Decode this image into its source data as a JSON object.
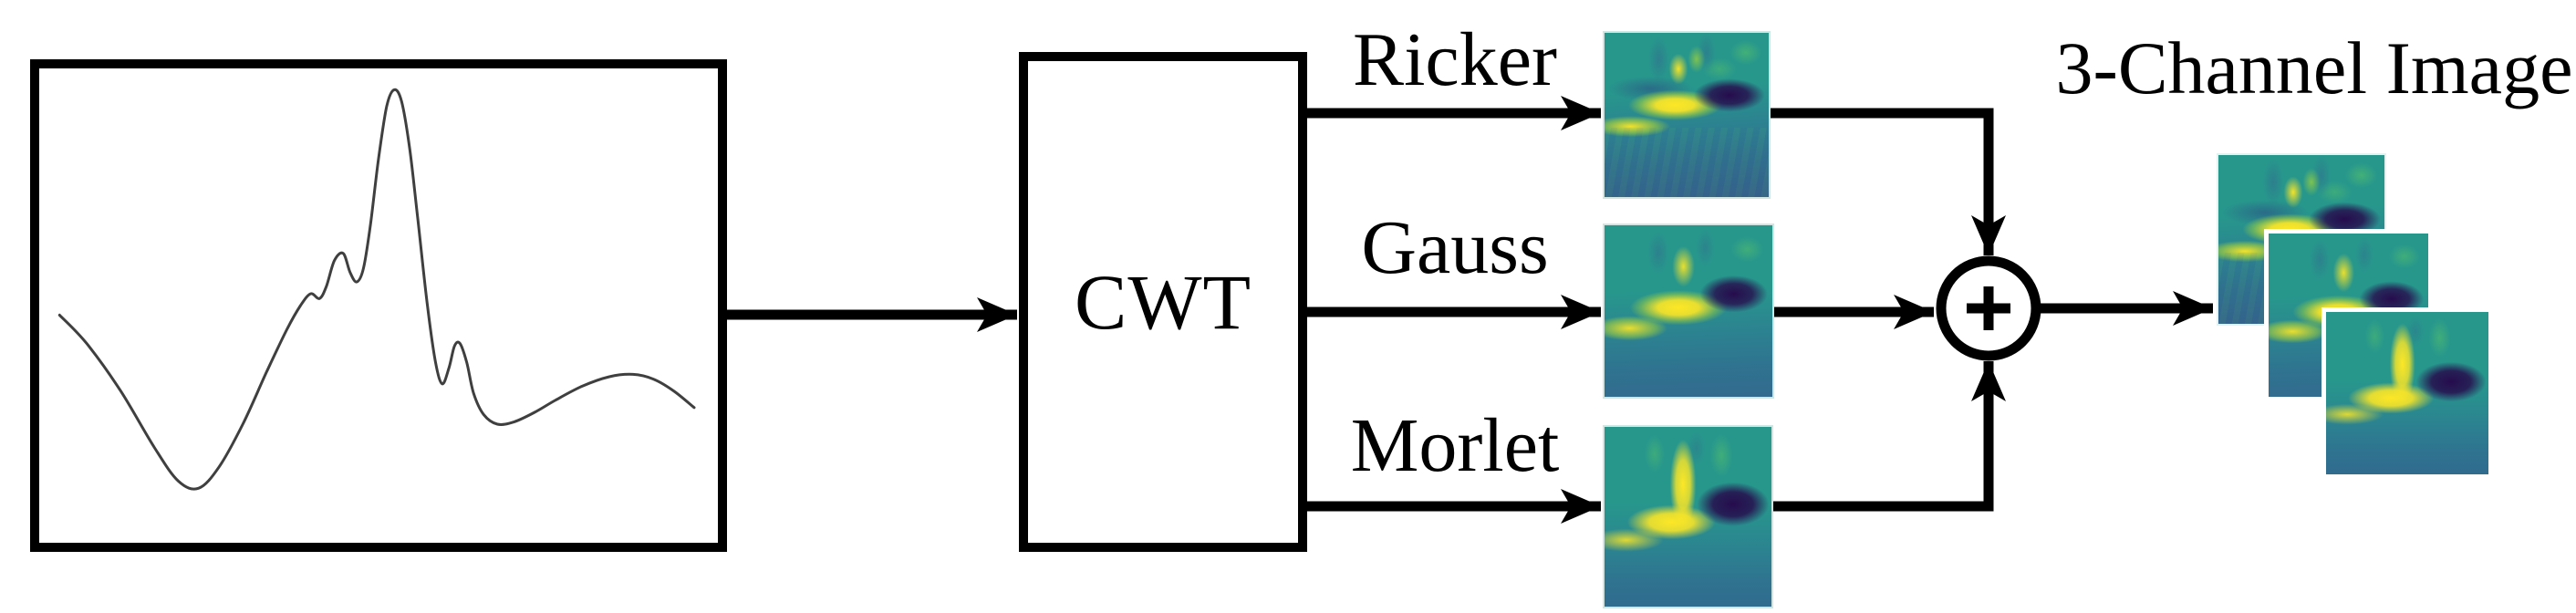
{
  "figure": {
    "title_label": "3-Channel Image",
    "cwt_label": "CWT",
    "sum_symbol": "+",
    "wavelet_labels": [
      "Ricker",
      "Gauss",
      "Morlet"
    ],
    "line_color": "#000000",
    "background_color": "#ffffff",
    "input_signal": {
      "description": "time-domain input signal trace inside bordered box",
      "stroke_color": "#3f3f3f",
      "points": [
        [
          3,
          52
        ],
        [
          7,
          58
        ],
        [
          12,
          68
        ],
        [
          17,
          80
        ],
        [
          20.5,
          87
        ],
        [
          23.5,
          88.5
        ],
        [
          26.5,
          84
        ],
        [
          30,
          75
        ],
        [
          33.5,
          64
        ],
        [
          36.5,
          55
        ],
        [
          38.5,
          50
        ],
        [
          40,
          47.5
        ],
        [
          41.3,
          48.5
        ],
        [
          42.3,
          46
        ],
        [
          43.5,
          40.5
        ],
        [
          44.8,
          39
        ],
        [
          45.8,
          43
        ],
        [
          46.8,
          45
        ],
        [
          47.8,
          42
        ],
        [
          48.8,
          33
        ],
        [
          50,
          19
        ],
        [
          51.2,
          8
        ],
        [
          52.3,
          4.5
        ],
        [
          53.4,
          7
        ],
        [
          54.6,
          17
        ],
        [
          55.8,
          32
        ],
        [
          57.2,
          50
        ],
        [
          58.4,
          62
        ],
        [
          59.4,
          66.5
        ],
        [
          60.4,
          63
        ],
        [
          61.2,
          58.5
        ],
        [
          62,
          58
        ],
        [
          63,
          62
        ],
        [
          64,
          68.5
        ],
        [
          65.5,
          73
        ],
        [
          67.5,
          75
        ],
        [
          70,
          74.5
        ],
        [
          73,
          72.5
        ],
        [
          76,
          70
        ],
        [
          80,
          67
        ],
        [
          84,
          65
        ],
        [
          87.5,
          64.5
        ],
        [
          90.5,
          65.5
        ],
        [
          93.5,
          68
        ],
        [
          96.5,
          71.5
        ]
      ]
    },
    "scalograms": {
      "colormap": "viridis",
      "palette": {
        "teal": "#27978c",
        "green": "#5ec962",
        "yellow": "#fde725",
        "yellow_green": "#b5de2b",
        "blue": "#31688e",
        "indigo": "#3b528b",
        "deep_purple": "#260c4d"
      },
      "row_items": [
        {
          "name": "ricker-scalogram"
        },
        {
          "name": "gauss-scalogram"
        },
        {
          "name": "morlet-scalogram"
        }
      ],
      "stacked_output": [
        {
          "name": "channel-1-ricker"
        },
        {
          "name": "channel-2-gauss"
        },
        {
          "name": "channel-3-morlet"
        }
      ]
    }
  }
}
